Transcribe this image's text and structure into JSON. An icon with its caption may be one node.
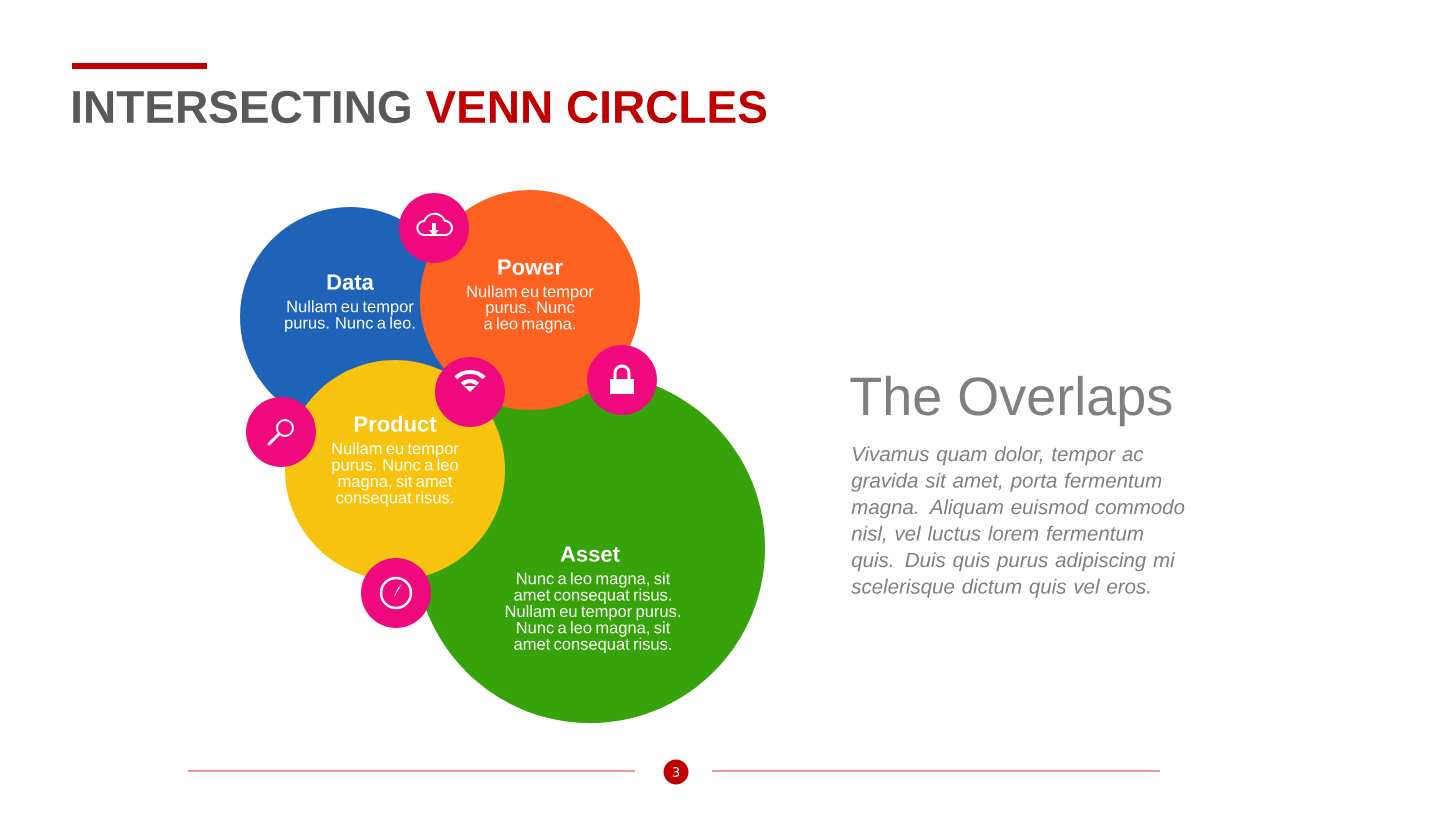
{
  "diagram": {
    "title": "INTERSECTING VENN CIRCLES",
    "nodes": [
      {
        "text": [
          "Data",
          "Nullam eu tempor purus. Nunc a leo."
        ]
      },
      {
        "text": [
          "Power",
          "Nullam eu tempor purus. Nunc a leo magna."
        ]
      },
      {
        "text": [
          "Product",
          "Nullam eu tempor purus. Nunc a leo magna, sit amet consequat risus."
        ]
      },
      {
        "text": [
          "Asset",
          "Nunc a leo magna, sit amet consequat risus. Nullam eu tempor purus. Nunc a leo magna, sit amet consequat risus."
        ]
      },
      {
        "text": [
          "3"
        ]
      }
    ],
    "edges": [],
    "labels": [
      "The Overlaps",
      "Vivamus quam dolor, tempor ac gravida sit amet, porta fermentum magna. Aliquam euismod commodo nisl, vel luctus lorem fermentum quis. Duis quis purus adipiscing mi scelerisque dictum quis vel eros."
    ]
  }
}
